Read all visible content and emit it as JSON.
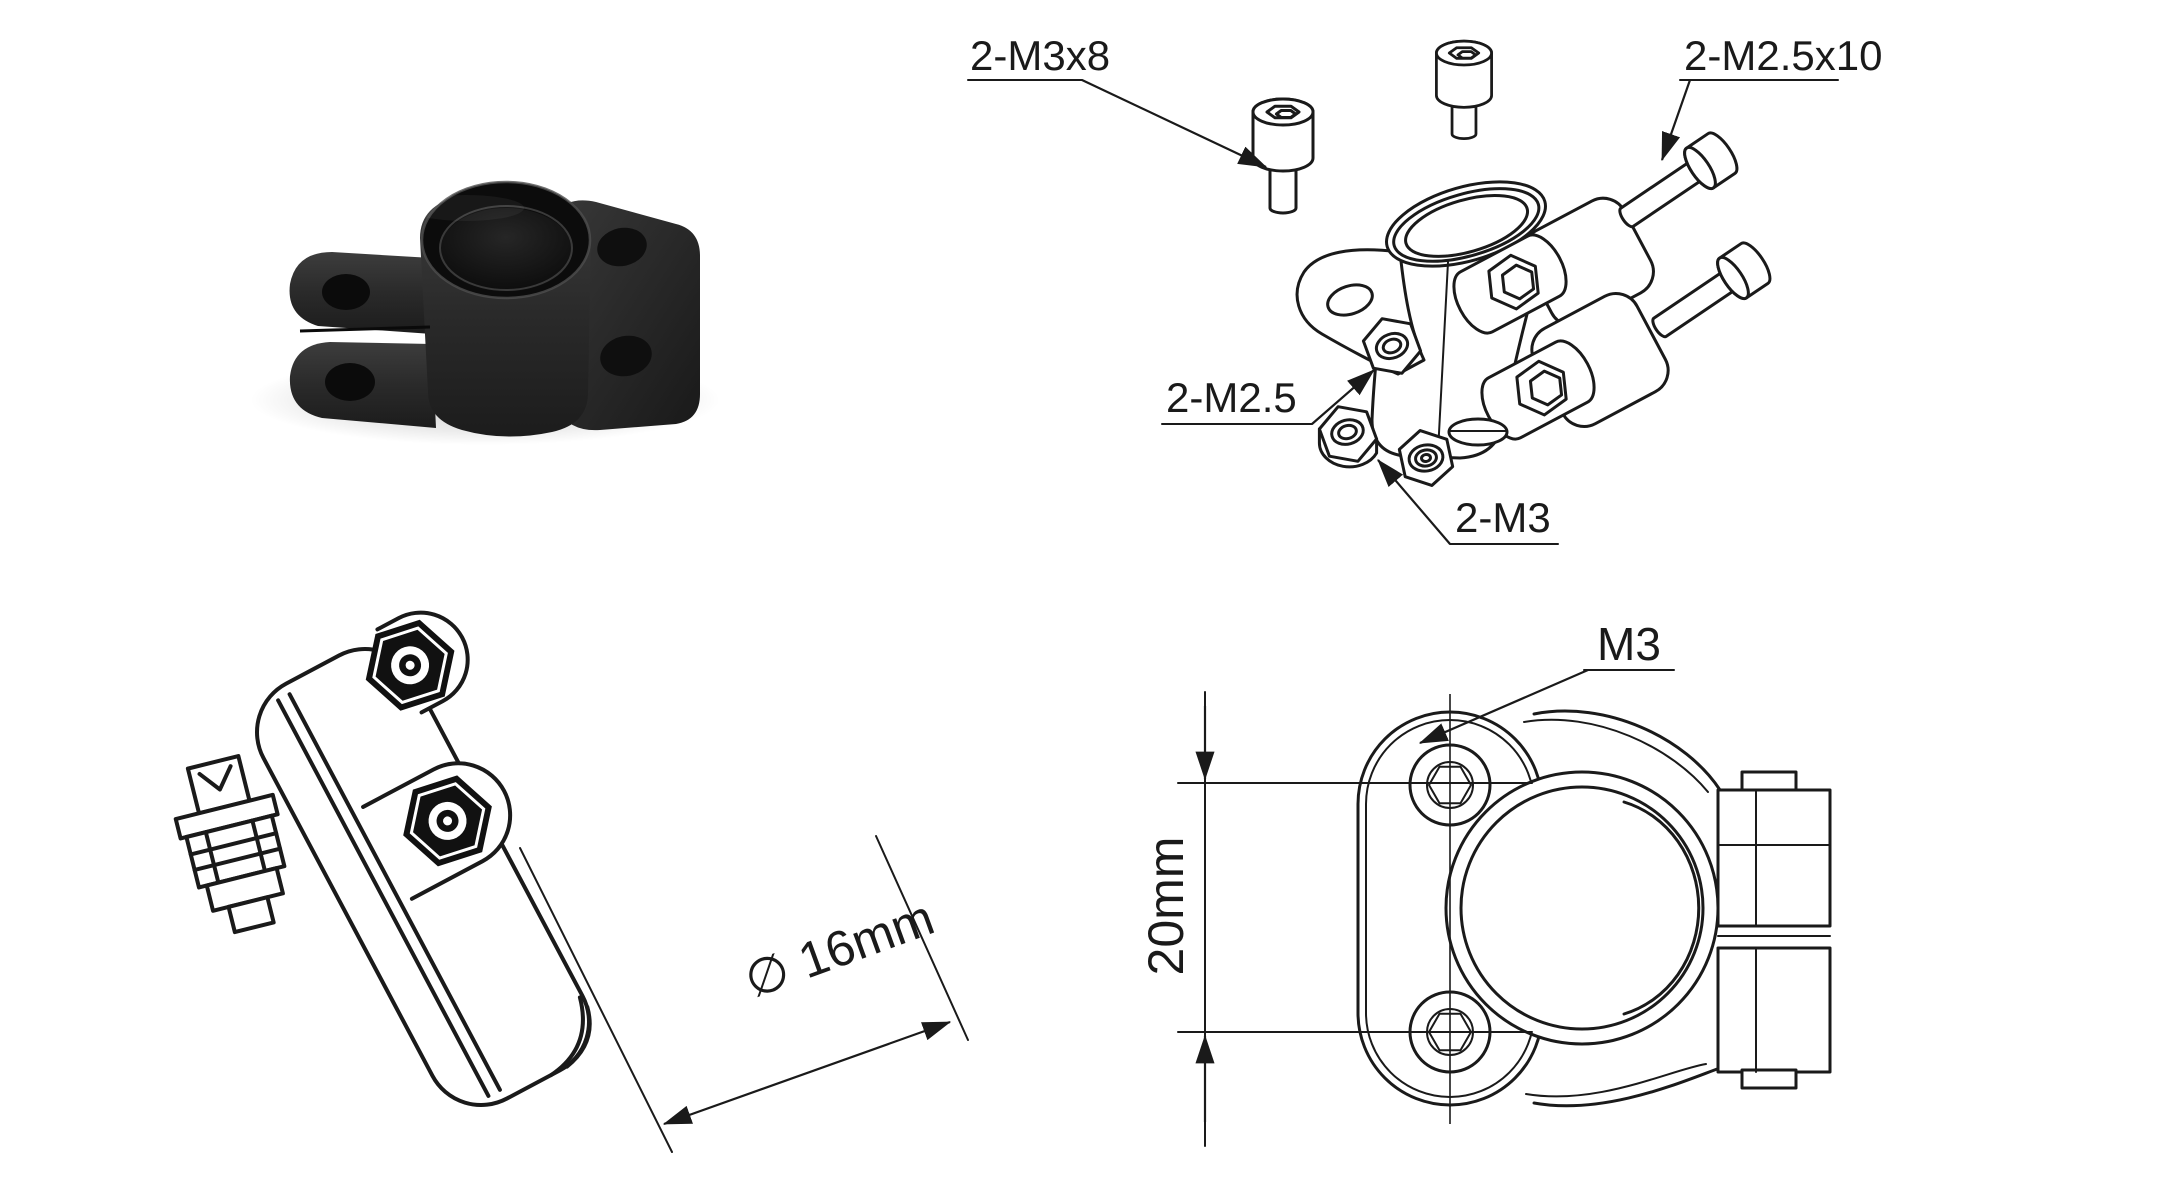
{
  "colors": {
    "background": "#ffffff",
    "line": "#1a1a1a",
    "part_dark": "#1e1e1e",
    "part_mid": "#2f2f2f",
    "part_light": "#4a4a4a"
  },
  "exploded_view": {
    "labels": {
      "top_screws": "2-M3x8",
      "side_screws": "2-M2.5x10",
      "body_nut": "2-M2.5",
      "loose_nuts": "2-M3"
    }
  },
  "front_view": {
    "labels": {
      "thread": "M3"
    },
    "dimensions": {
      "hole_spacing": "20mm"
    }
  },
  "side_view": {
    "dimensions": {
      "bore_diameter": "∅ 16mm"
    }
  }
}
